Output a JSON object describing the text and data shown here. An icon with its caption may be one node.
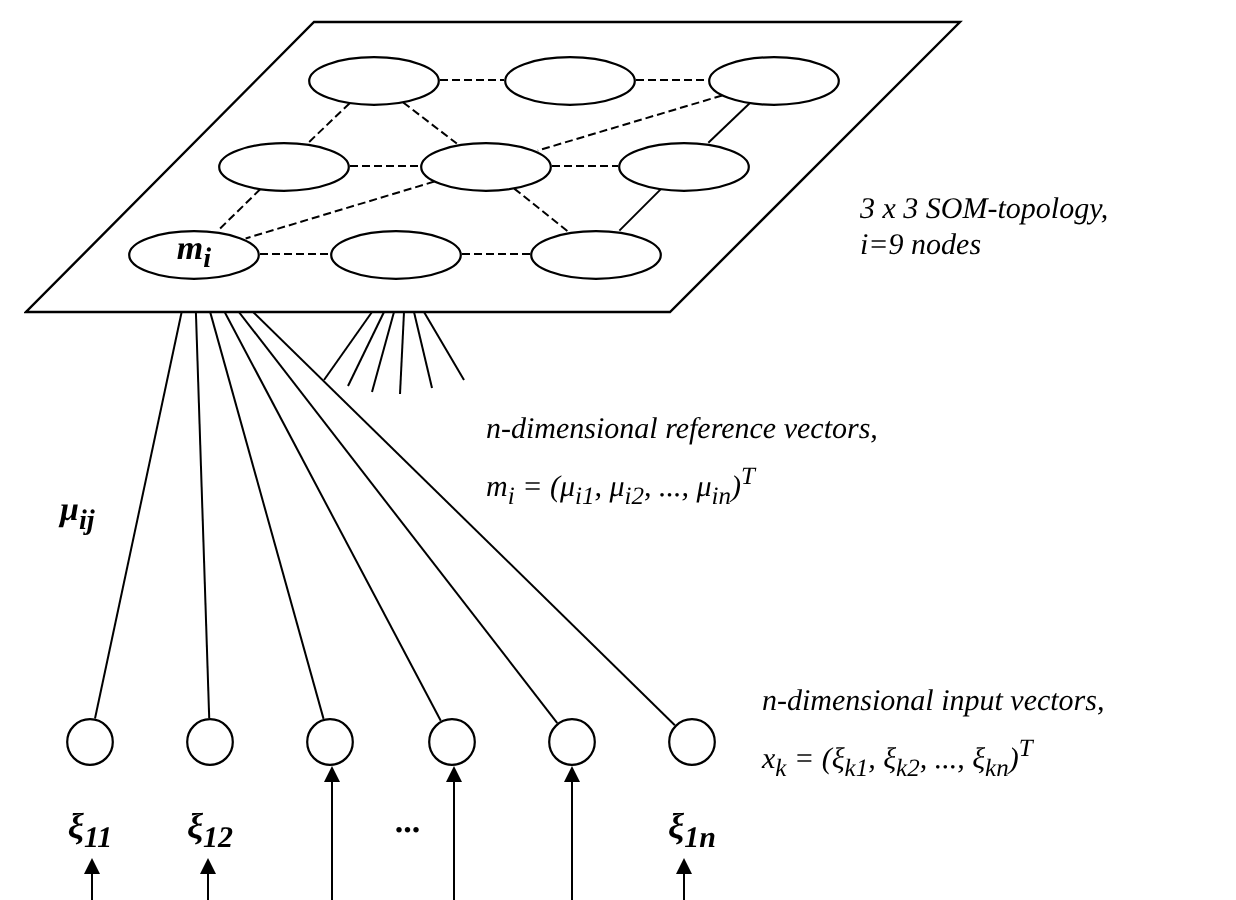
{
  "diagram": {
    "nodes": [
      {
        "text": [],
        "shape": "parallelogram",
        "beside": [
          "3 x 3 SOM-topology, i=9 nodes"
        ]
      },
      {
        "text": [],
        "shape": "ellipse",
        "in": 0
      },
      {
        "text": [],
        "shape": "ellipse",
        "in": 0
      },
      {
        "text": [],
        "shape": "ellipse",
        "in": 0
      },
      {
        "text": [],
        "shape": "ellipse",
        "in": 0
      },
      {
        "text": [],
        "shape": "ellipse",
        "in": 0
      },
      {
        "text": [],
        "shape": "ellipse",
        "in": 0
      },
      {
        "text": [
          "m$_{i}$"
        ],
        "in": 0
      },
      {
        "text": [],
        "shape": "ellipse",
        "in": 0
      },
      {
        "text": [],
        "shape": "ellipse",
        "in": 0
      },
      {
        "text": [],
        "shape": "circle",
        "beside": [
          "ξ$_{11}$"
        ]
      },
      {
        "text": [],
        "shape": "circle",
        "beside": [
          "ξ$_{12}$"
        ]
      },
      {
        "text": [],
        "shape": "circle"
      },
      {
        "text": [],
        "shape": "circle"
      },
      {
        "text": [],
        "shape": "circle"
      },
      {
        "text": [],
        "shape": "circle",
        "beside": [
          "ξ$_{1n}$"
        ]
      }
    ],
    "edges": [
      {
        "from": 1,
        "to": 2,
        "arrow": "none",
        "style": "dashed"
      },
      {
        "from": 2,
        "to": 3,
        "arrow": "none",
        "style": "dashed"
      },
      {
        "from": 1,
        "to": 4,
        "arrow": "none",
        "style": "dashed"
      },
      {
        "from": 1,
        "to": 5,
        "arrow": "none",
        "style": "dashed"
      },
      {
        "from": 3,
        "to": 5,
        "arrow": "none",
        "style": "dashed"
      },
      {
        "from": 3,
        "to": 6,
        "arrow": "none"
      },
      {
        "from": 4,
        "to": 5,
        "arrow": "none",
        "style": "dashed"
      },
      {
        "from": 5,
        "to": 6,
        "arrow": "none",
        "style": "dashed"
      },
      {
        "from": 4,
        "to": 7,
        "arrow": "none",
        "style": "dashed"
      },
      {
        "from": 5,
        "to": 7,
        "arrow": "none",
        "style": "dashed"
      },
      {
        "from": 5,
        "to": 9,
        "arrow": "none",
        "style": "dashed"
      },
      {
        "from": 6,
        "to": 9,
        "arrow": "none"
      },
      {
        "from": 7,
        "to": 8,
        "arrow": "none",
        "style": "dashed"
      },
      {
        "from": 8,
        "to": 9,
        "arrow": "none",
        "style": "dashed"
      },
      {
        "from": 10,
        "to": 7,
        "arrow": "none"
      },
      {
        "from": 11,
        "to": 7,
        "arrow": "none"
      },
      {
        "from": 12,
        "to": 7,
        "arrow": "none"
      },
      {
        "from": 13,
        "to": 7,
        "arrow": "none"
      },
      {
        "from": 14,
        "to": 7,
        "arrow": "none"
      },
      {
        "from": 15,
        "to": 7,
        "arrow": "none"
      },
      {
        "from": null,
        "to": 10,
        "arrow": "to"
      },
      {
        "from": null,
        "to": 11,
        "arrow": "to"
      },
      {
        "from": null,
        "to": 12,
        "arrow": "to"
      },
      {
        "from": null,
        "to": 13,
        "arrow": "to"
      },
      {
        "from": null,
        "to": 14,
        "arrow": "to"
      },
      {
        "from": null,
        "to": 15,
        "arrow": "to"
      },
      {
        "from": 0,
        "to": null,
        "arrow": "none"
      },
      {
        "from": 0,
        "to": null,
        "arrow": "none"
      },
      {
        "from": 0,
        "to": null,
        "arrow": "none"
      },
      {
        "from": 0,
        "to": null,
        "arrow": "none"
      },
      {
        "from": 0,
        "to": null,
        "arrow": "none"
      },
      {
        "from": 0,
        "to": null,
        "arrow": "none"
      }
    ],
    "labels": [
      "n-dimensional reference vectors,",
      "m$_{i}$ = (μ$_{i1}$, μ$_{i2}$, ..., μ$_{in}$)$^{T}$",
      "μ$_{ij}$",
      "n-dimensional input vectors,",
      "x$_{k}$ = (ξ$_{k1}$, ξ$_{k2}$, ..., ξ$_{kn}$)$^{T}$",
      "..."
    ]
  }
}
